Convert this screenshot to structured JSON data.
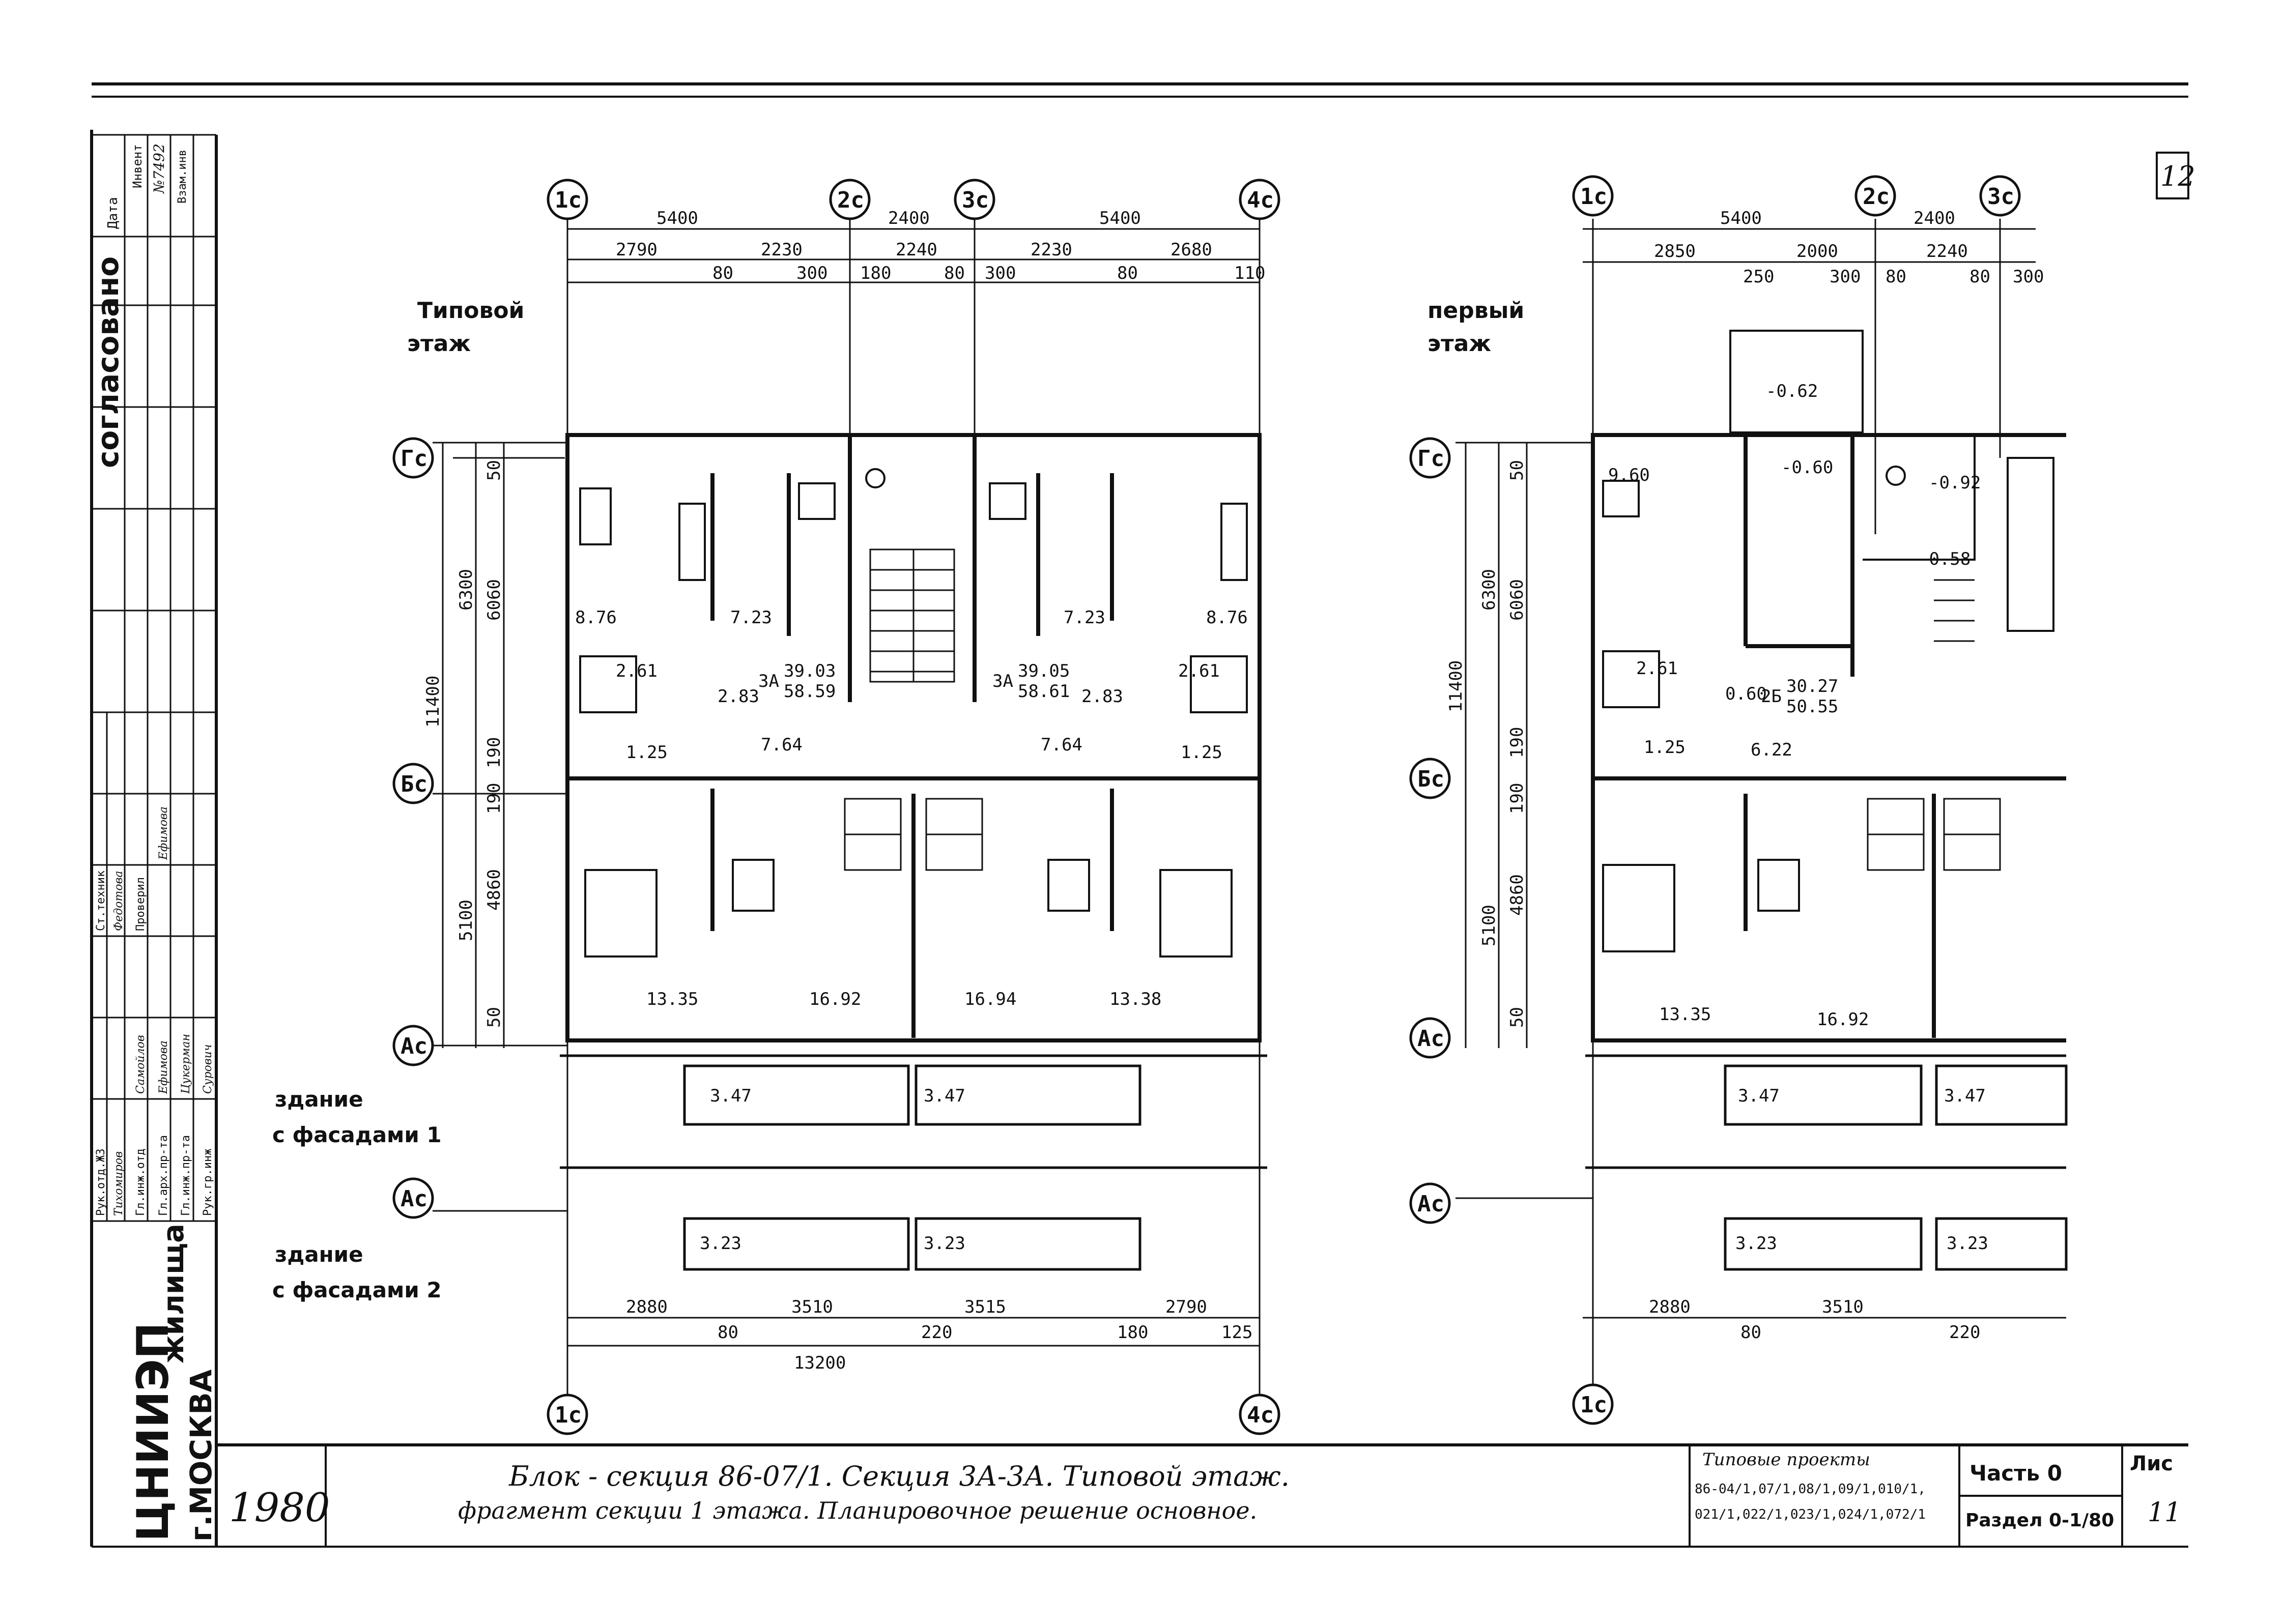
{
  "sheet": {
    "number_top": "12",
    "approval_label": "согласовано",
    "approval_cols": [
      "Дата",
      "Инвент",
      "№7492",
      "Взам.инв"
    ],
    "year": "1980",
    "org_line1": "ЦНИИЭП",
    "org_line2": "жилища",
    "org_line3": "г.МОСКВА",
    "title_line1": "Блок - секция 86-07/1. Секция 3А-3А. Типовой этаж.",
    "title_line2": "фрагмент секции 1 этажа. Планировочное решение основное.",
    "projects_label": "Типовые проекты",
    "projects_line1": "86-04/1,07/1,08/1,09/1,010/1,",
    "projects_line2": "021/1,022/1,023/1,024/1,072/1",
    "part_label": "Часть 0",
    "section_label": "Раздел 0-1/80",
    "list_label": "Лис",
    "list_number": "11"
  },
  "staff": [
    {
      "role": "Рук.отд.ЖЗ",
      "name": "Тихомиров"
    },
    {
      "role": "Гл.инж.отд",
      "name": "Самойлов"
    },
    {
      "role": "Гл.арх.пр-та",
      "name": "Ефимова"
    },
    {
      "role": "Гл.инж.пр-та",
      "name": "Цукерман"
    },
    {
      "role": "Рук.гр.инж",
      "name": "Сурович"
    },
    {
      "role": "Ст.техник",
      "name": "Федотова"
    },
    {
      "role": "Проверил",
      "name": "Ефимова"
    }
  ],
  "plan_left": {
    "title1": "Типовой",
    "title2": "этаж",
    "axes_top": [
      "1с",
      "2с",
      "3с",
      "4с"
    ],
    "axes_side": [
      "Гс",
      "Бс",
      "Ас"
    ],
    "axes_bottom": [
      "1с",
      "4с"
    ],
    "top_dims_major": [
      "5400",
      "2400",
      "5400"
    ],
    "top_dims_minor": [
      "2790",
      "2230",
      "2240",
      "2230",
      "2680"
    ],
    "top_dims_small": [
      "80",
      "300",
      "180",
      "80",
      "300",
      "80",
      "110"
    ],
    "side_dims_outer": [
      "11400"
    ],
    "side_dims_mid": [
      "6300",
      "5100"
    ],
    "side_dims_inner": [
      "50",
      "6060",
      "190",
      "190",
      "4860",
      "50"
    ],
    "bottom_dims_minor": [
      "2880",
      "3510",
      "3515",
      "2790"
    ],
    "bottom_dims_small": [
      "80",
      "220",
      "180",
      "125"
    ],
    "bottom_total": "13200",
    "areas": [
      "8.76",
      "7.23",
      "7.23",
      "8.76",
      "2.61",
      "2.61",
      "1.25",
      "1.25",
      "2.83",
      "2.83",
      "7.64",
      "7.64",
      "13.35",
      "16.92",
      "16.94",
      "13.38",
      "3.47",
      "3.47",
      "3.23",
      "3.23"
    ],
    "apt_label_l": "3А",
    "apt_label_r": "3А",
    "apt_area_l1": "39.03",
    "apt_area_l2": "58.59",
    "apt_area_r1": "39.05",
    "apt_area_r2": "58.61",
    "note1_a": "здание",
    "note1_b": "с фасадами 1",
    "note2_a": "здание",
    "note2_b": "с фасадами 2"
  },
  "plan_right": {
    "title1": "первый",
    "title2": "этаж",
    "axes_top": [
      "1с",
      "2с",
      "3с"
    ],
    "axes_side": [
      "Гс",
      "Бс",
      "Ас"
    ],
    "axes_bottom": [
      "1с"
    ],
    "top_dims_major": [
      "5400",
      "2400"
    ],
    "top_dims_minor": [
      "2850",
      "2000",
      "2240"
    ],
    "top_dims_small": [
      "250",
      "300",
      "80",
      "80",
      "300"
    ],
    "side_dims_outer": [
      "11400"
    ],
    "side_dims_mid": [
      "6300",
      "5100"
    ],
    "side_dims_inner": [
      "50",
      "6060",
      "190",
      "190",
      "4860",
      "50"
    ],
    "bottom_dims_minor": [
      "2880",
      "3510"
    ],
    "bottom_dims_small": [
      "80",
      "220"
    ],
    "levels": [
      "-0.62",
      "-0.60",
      "-0.92",
      "-0.58"
    ],
    "areas": [
      "9.60",
      "2.61",
      "1.25",
      "0.60",
      "6.22",
      "13.35",
      "16.92",
      "3.47",
      "3.47",
      "3.23",
      "3.23"
    ],
    "apt_label": "2Б",
    "apt_area1": "30.27",
    "apt_area2": "50.55"
  }
}
